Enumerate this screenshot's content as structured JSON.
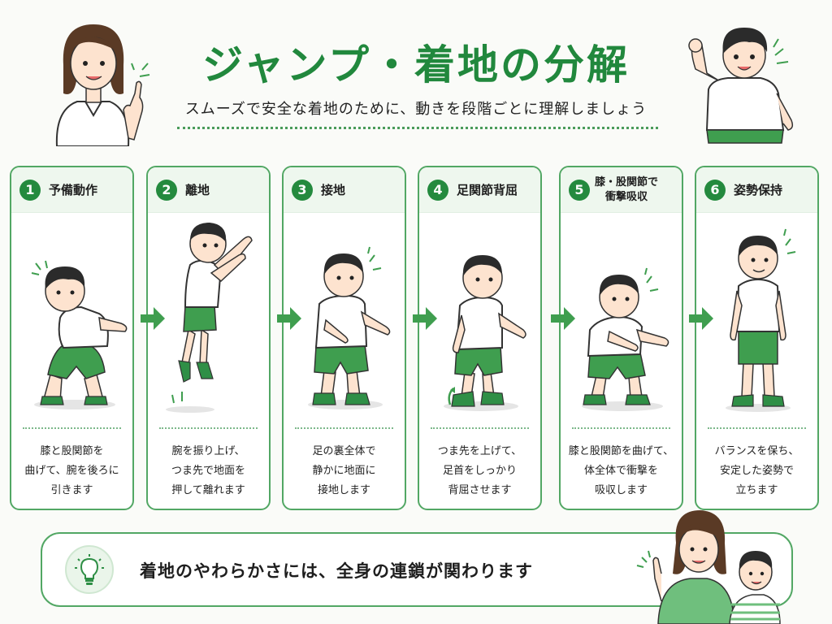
{
  "header": {
    "title": "ジャンプ・着地の分解",
    "subtitle": "スムーズで安全な着地のために、動きを段階ごとに理解しましょう"
  },
  "steps": [
    {
      "num": "1",
      "title": "予備動作",
      "text": "膝と股関節を\n曲げて、腕を後ろに\n引きます"
    },
    {
      "num": "2",
      "title": "離地",
      "text": "腕を振り上げ、\nつま先で地面を\n押して離れます"
    },
    {
      "num": "3",
      "title": "接地",
      "text": "足の裏全体で\n静かに地面に\n接地します"
    },
    {
      "num": "4",
      "title": "足関節背屈",
      "text": "つま先を上げて、\n足首をしっかり\n背屈させます"
    },
    {
      "num": "5",
      "title": "膝・股関節で\n衝撃吸収",
      "text": "膝と股関節を曲げて、\n体全体で衝撃を\n吸収します"
    },
    {
      "num": "6",
      "title": "姿勢保持",
      "text": "バランスを保ち、\n安定した姿勢で\n立ちます"
    }
  ],
  "banner": {
    "text": "着地のやわらかさには、全身の連鎖が関わります",
    "icon": "lightbulb-icon"
  },
  "colors": {
    "accent": "#21883d",
    "border": "#52a764",
    "head_bg": "#eef7ee",
    "shirt": "#ffffff",
    "shorts": "#3f9e4f",
    "shoes": "#2f8f46"
  }
}
